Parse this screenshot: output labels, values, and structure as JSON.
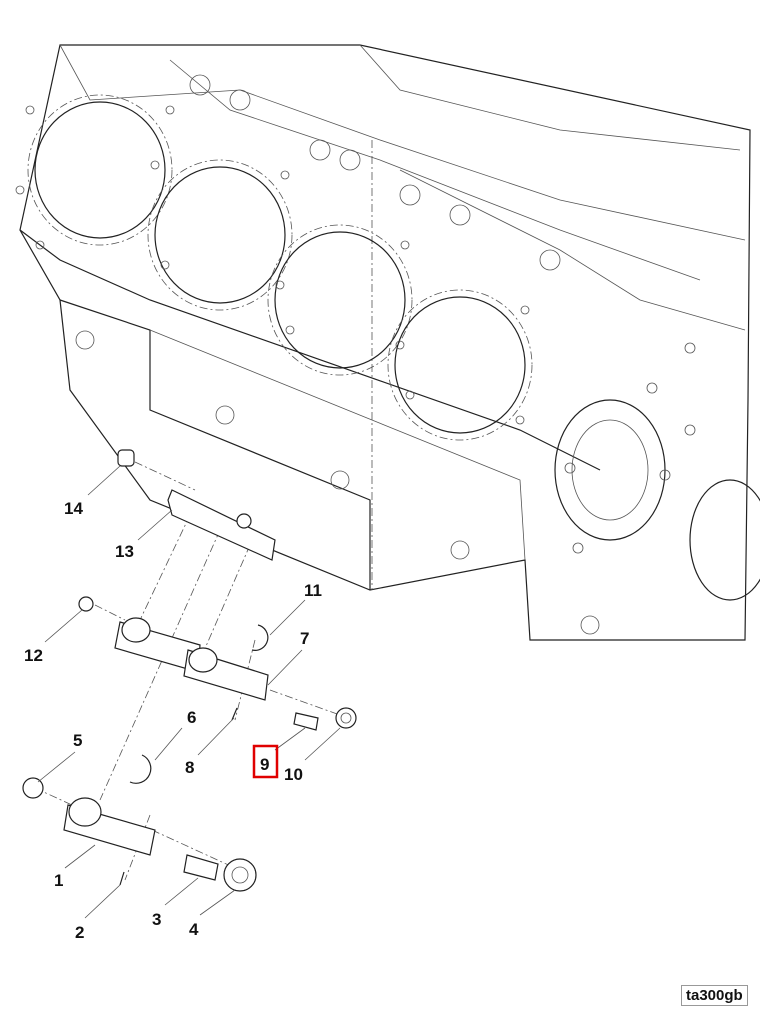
{
  "diagram": {
    "type": "exploded parts diagram",
    "reference_code": "ta300gb",
    "highlight_color": "#e00000",
    "highlighted_label": "9",
    "callouts": [
      {
        "id": "14",
        "label": "14"
      },
      {
        "id": "13",
        "label": "13"
      },
      {
        "id": "11",
        "label": "11"
      },
      {
        "id": "12",
        "label": "12"
      },
      {
        "id": "7",
        "label": "7"
      },
      {
        "id": "6",
        "label": "6"
      },
      {
        "id": "5",
        "label": "5"
      },
      {
        "id": "8",
        "label": "8"
      },
      {
        "id": "9",
        "label": "9"
      },
      {
        "id": "10",
        "label": "10"
      },
      {
        "id": "1",
        "label": "1"
      },
      {
        "id": "2",
        "label": "2"
      },
      {
        "id": "3",
        "label": "3"
      },
      {
        "id": "4",
        "label": "4"
      }
    ]
  }
}
